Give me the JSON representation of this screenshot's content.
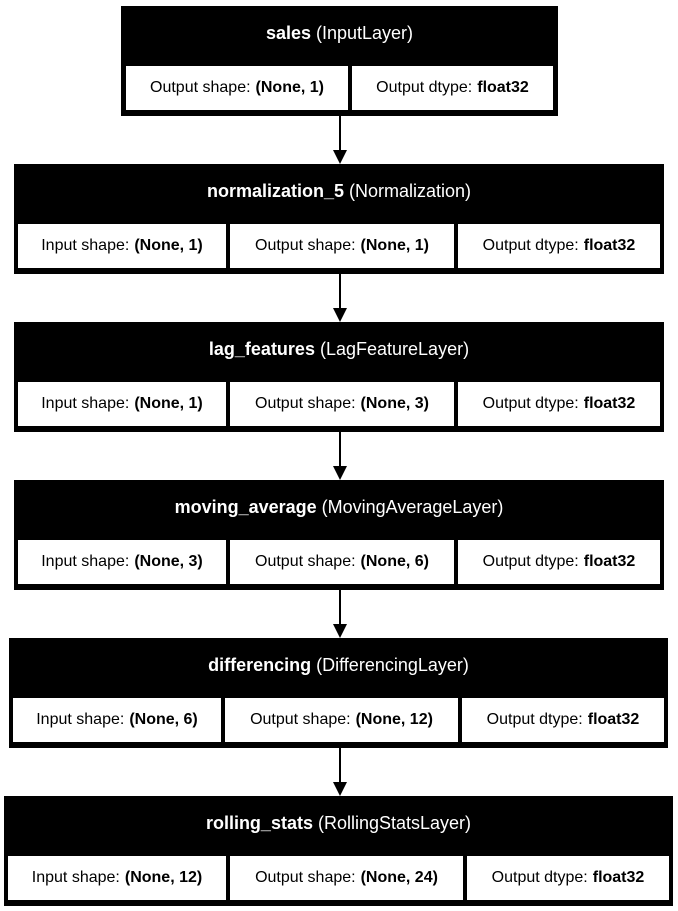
{
  "nodes": [
    {
      "name": "sales",
      "class_label": "(InputLayer)",
      "fields": [
        {
          "label": "Output shape:",
          "value": "(None, 1)"
        },
        {
          "label": "Output dtype:",
          "value": "float32"
        }
      ]
    },
    {
      "name": "normalization_5",
      "class_label": "(Normalization)",
      "fields": [
        {
          "label": "Input shape:",
          "value": "(None, 1)"
        },
        {
          "label": "Output shape:",
          "value": "(None, 1)"
        },
        {
          "label": "Output dtype:",
          "value": "float32"
        }
      ]
    },
    {
      "name": "lag_features",
      "class_label": "(LagFeatureLayer)",
      "fields": [
        {
          "label": "Input shape:",
          "value": "(None, 1)"
        },
        {
          "label": "Output shape:",
          "value": "(None, 3)"
        },
        {
          "label": "Output dtype:",
          "value": "float32"
        }
      ]
    },
    {
      "name": "moving_average",
      "class_label": "(MovingAverageLayer)",
      "fields": [
        {
          "label": "Input shape:",
          "value": "(None, 3)"
        },
        {
          "label": "Output shape:",
          "value": "(None, 6)"
        },
        {
          "label": "Output dtype:",
          "value": "float32"
        }
      ]
    },
    {
      "name": "differencing",
      "class_label": "(DifferencingLayer)",
      "fields": [
        {
          "label": "Input shape:",
          "value": "(None, 6)"
        },
        {
          "label": "Output shape:",
          "value": "(None, 12)"
        },
        {
          "label": "Output dtype:",
          "value": "float32"
        }
      ]
    },
    {
      "name": "rolling_stats",
      "class_label": "(RollingStatsLayer)",
      "fields": [
        {
          "label": "Input shape:",
          "value": "(None, 12)"
        },
        {
          "label": "Output shape:",
          "value": "(None, 24)"
        },
        {
          "label": "Output dtype:",
          "value": "float32"
        }
      ]
    }
  ],
  "edges": [
    {
      "from": "sales",
      "to": "normalization_5"
    },
    {
      "from": "normalization_5",
      "to": "lag_features"
    },
    {
      "from": "lag_features",
      "to": "moving_average"
    },
    {
      "from": "moving_average",
      "to": "differencing"
    },
    {
      "from": "differencing",
      "to": "rolling_stats"
    }
  ]
}
